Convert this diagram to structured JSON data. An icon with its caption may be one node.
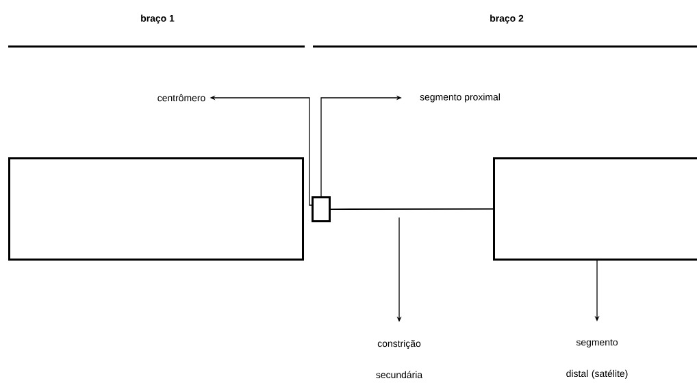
{
  "diagram": {
    "nodes": [
      {
        "text": [],
        "shape": "box"
      },
      {
        "text": [],
        "shape": "box"
      },
      {
        "text": [],
        "shape": "box"
      },
      {
        "text": [
          "centrômero"
        ]
      },
      {
        "text": [
          "segmento proximal"
        ]
      },
      {
        "text": [
          "constrição secundária"
        ]
      },
      {
        "text": [
          "segmento distal (satélite)"
        ]
      }
    ],
    "edges": [
      {
        "from": 1,
        "to": 2,
        "arrow": "none"
      },
      {
        "from": 1,
        "to": 3,
        "arrow": "to"
      },
      {
        "from": 1,
        "to": 4,
        "arrow": "to"
      },
      {
        "from": null,
        "to": 5,
        "arrow": "to"
      },
      {
        "from": 2,
        "to": 6,
        "arrow": "to"
      }
    ],
    "labels": [
      "braço 1",
      "braço 2"
    ]
  }
}
